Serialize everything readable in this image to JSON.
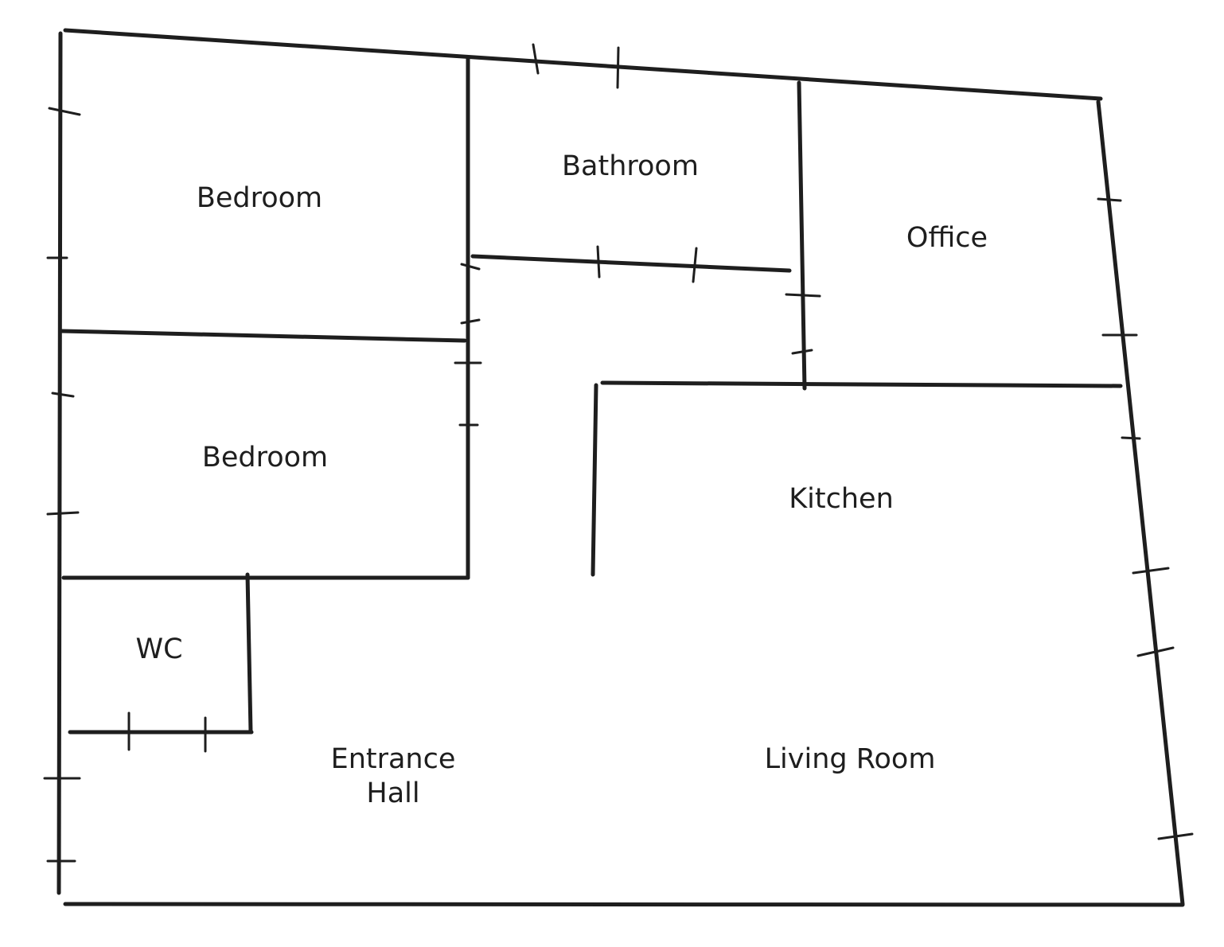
{
  "diagram": {
    "type": "floor-plan",
    "rooms": {
      "bedroom_1": "Bedroom",
      "bathroom": "Bathroom",
      "office": "Office",
      "bedroom_2": "Bedroom",
      "kitchen": "Kitchen",
      "wc": "WC",
      "entrance_hall_line1": "Entrance",
      "entrance_hall_line2": "Hall",
      "living_room": "Living Room"
    }
  }
}
